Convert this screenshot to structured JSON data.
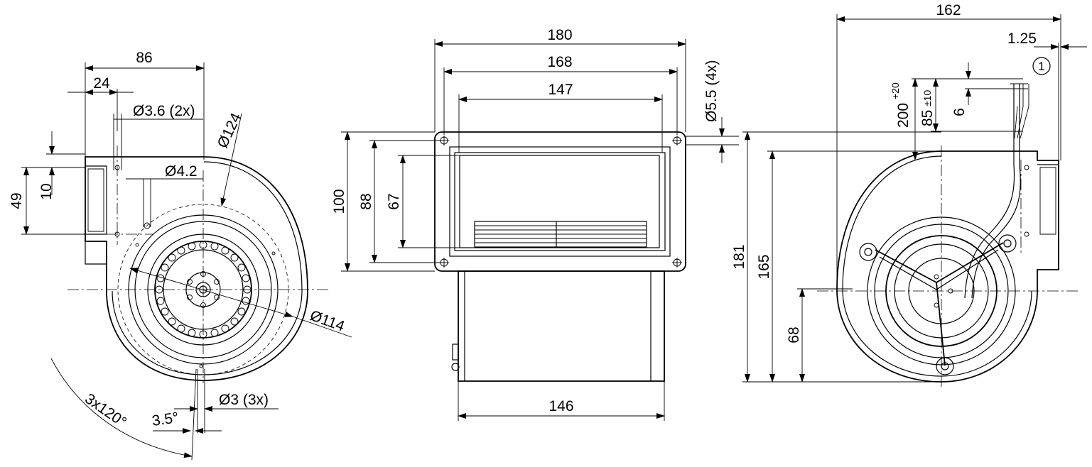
{
  "side_view": {
    "dims": {
      "w86": "86",
      "w24": "24",
      "d36": "Ø3.6 (2x)",
      "d124": "Ø124",
      "d42": "Ø4.2",
      "h49": "49",
      "h10": "10",
      "d114": "Ø114",
      "d3": "Ø3 (3x)",
      "a35": "3.5°",
      "a120": "3x120°"
    }
  },
  "front_view": {
    "dims": {
      "w180": "180",
      "w168": "168",
      "w147": "147",
      "w146": "146",
      "d55": "Ø5.5 (4x)",
      "h100": "100",
      "h88": "88",
      "h67": "67"
    }
  },
  "rear_view": {
    "dims": {
      "w162": "162",
      "w125": "1.25",
      "callout": "1",
      "h200": "200",
      "h200_tol": "+20",
      "h85": "85",
      "h85_tol": "±10",
      "h6": "6",
      "h181": "181",
      "h165": "165",
      "h68": "68"
    }
  }
}
